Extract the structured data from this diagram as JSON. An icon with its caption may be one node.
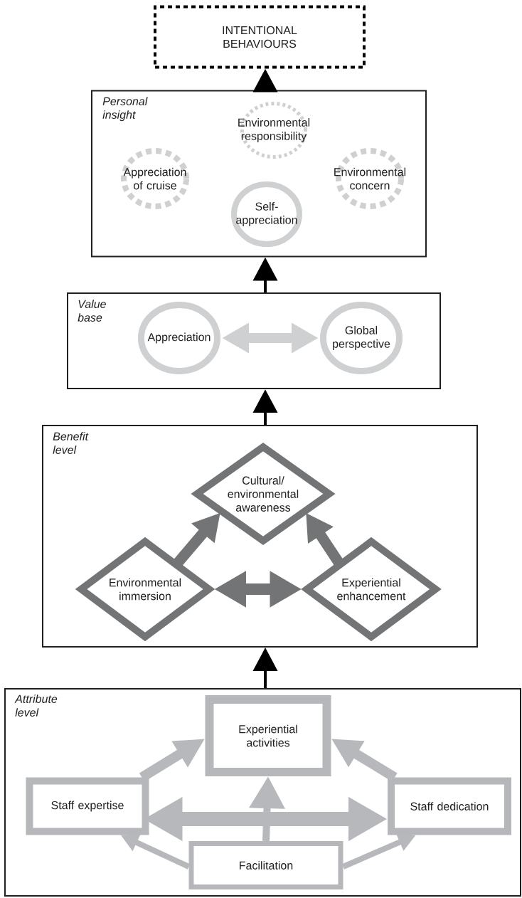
{
  "diagram": {
    "nodes": [
      {
        "text": [
          "INTENTIONAL BEHAVIOURS"
        ]
      },
      {
        "text": [
          "Personal insight"
        ]
      },
      {
        "text": [
          "Environmental responsibility"
        ],
        "in": 1
      },
      {
        "text": [
          "Appreciation of cruise"
        ],
        "in": 1
      },
      {
        "text": [
          "Environmental concern"
        ],
        "in": 1
      },
      {
        "text": [
          "Self-appreciation"
        ],
        "in": 1
      },
      {
        "text": [
          "Value base"
        ]
      },
      {
        "text": [
          "Appreciation"
        ],
        "in": 6
      },
      {
        "text": [
          "Global perspective"
        ],
        "in": 6
      },
      {
        "text": [
          "Benefit level"
        ]
      },
      {
        "text": [
          "Cultural/environmental awareness"
        ],
        "in": 9
      },
      {
        "text": [
          "Environmental immersion"
        ],
        "in": 9
      },
      {
        "text": [
          "Experiential enhancement"
        ],
        "in": 9
      },
      {
        "text": [
          "Attribute level"
        ]
      },
      {
        "text": [
          "Experiential activities"
        ],
        "in": 13
      },
      {
        "text": [
          "Staff expertise"
        ],
        "in": 13
      },
      {
        "text": [
          "Staff dedication"
        ],
        "in": 13
      },
      {
        "text": [
          "Facilitation"
        ],
        "in": 13
      }
    ],
    "edges": [
      {
        "from": 1,
        "to": 0,
        "arrow": "to",
        "color": "#000000"
      },
      {
        "from": 6,
        "to": 1,
        "arrow": "to",
        "color": "#000000"
      },
      {
        "from": 9,
        "to": 6,
        "arrow": "to",
        "color": "#000000"
      },
      {
        "from": 13,
        "to": 9,
        "arrow": "to",
        "color": "#000000"
      },
      {
        "from": 7,
        "to": 8,
        "arrow": "both",
        "color": "#cfd0d2"
      },
      {
        "from": 11,
        "to": 10,
        "arrow": "to",
        "color": "#737476"
      },
      {
        "from": 12,
        "to": 10,
        "arrow": "to",
        "color": "#737476"
      },
      {
        "from": 11,
        "to": 12,
        "arrow": "both",
        "color": "#737476"
      },
      {
        "from": 15,
        "to": 14,
        "arrow": "to"
      },
      {
        "from": 16,
        "to": 14,
        "arrow": "to"
      },
      {
        "from": 15,
        "to": 16,
        "arrow": "both"
      },
      {
        "from": 17,
        "to": 14,
        "arrow": "to"
      },
      {
        "from": 17,
        "to": 15,
        "arrow": "to"
      },
      {
        "from": 17,
        "to": 16,
        "arrow": "to"
      }
    ]
  }
}
